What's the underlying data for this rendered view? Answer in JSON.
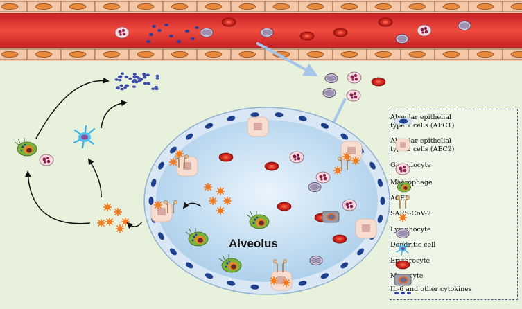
{
  "labels": {
    "alveolus": "Alveolus"
  },
  "legend": {
    "items": [
      {
        "label": "Alveolar epithelial\ntype 1 cells (AEC1)",
        "icon": "aec1-icon"
      },
      {
        "label": "Alveolar epithelial\ntype 2 cells (AEC2)",
        "icon": "aec2-icon"
      },
      {
        "label": "Granulocyte",
        "icon": "granulocyte-icon"
      },
      {
        "label": "Macrophage",
        "icon": "macrophage-icon"
      },
      {
        "label": "ACE2",
        "icon": "ace2-icon"
      },
      {
        "label": "SARS-CoV-2",
        "icon": "virus-icon"
      },
      {
        "label": "Lymphocyte",
        "icon": "lymphocyte-icon"
      },
      {
        "label": "Dendritic cell",
        "icon": "dendritic-icon"
      },
      {
        "label": "Erythrocyte",
        "icon": "erythrocyte-icon"
      },
      {
        "label": "Monocyte",
        "icon": "monocyte-icon"
      },
      {
        "label": "IL-6 and other cytokines",
        "icon": "cytokine-icon"
      }
    ]
  },
  "colors": {
    "background": "#e8f1dc",
    "vessel": "#d9252a",
    "vessel_wall": "#f6c9a8",
    "alveolus_fill": "#c9e2f5",
    "aec1_nucleus": "#1f3f8f",
    "erythrocyte": "#e23a2a",
    "virus": "#f47a1f",
    "cytokine": "#2c3e99"
  }
}
